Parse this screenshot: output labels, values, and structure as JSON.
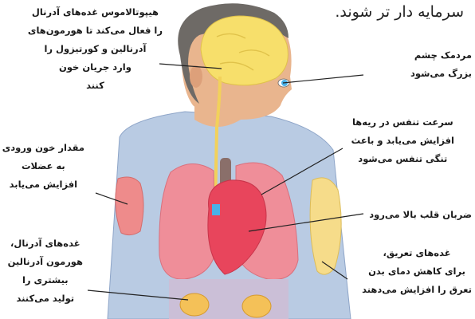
{
  "caption": "سرمایه دار تر شوند.",
  "labels": {
    "hypothalamus": [
      "هیپوتالاموس غده‌های آدرنال",
      "را فعال می‌کند تا هورمون‌های",
      "آدرنالین و کورتیزول را",
      "وارد جریان خون",
      "کنند"
    ],
    "pupil": [
      "مردمک چشم",
      "بزرگ می‌شود"
    ],
    "breathing": [
      "سرعت تنفس در ریه‌ها",
      "افزایش می‌یابد و باعث",
      "تنگی تنفس می‌شود"
    ],
    "muscle_blood": [
      "مقدار خون ورودی",
      "به عضلات",
      "افزایش می‌یابد"
    ],
    "heartbeat": [
      "ضربان قلب بالا می‌رود"
    ],
    "adrenal": [
      "غده‌های آدرنال،",
      "هورمون آدرنالین",
      "بیشتری را",
      "تولید می‌کنند"
    ],
    "sweat": [
      "غده‌های تعریق،",
      "برای کاهش دمای بدن",
      "تعرق را افزایش می‌دهند"
    ]
  },
  "colors": {
    "skin": "#e9b58e",
    "hair": "#6e6a66",
    "shirt": "#b9cbe3",
    "brain": "#f7df6b",
    "lung": "#ef8e99",
    "heart": "#e8455c",
    "adrenal": "#f4c158",
    "sweat_gland": "#f6dc8a",
    "muscle": "#ee8b8b",
    "pupil": "#49b1e8"
  }
}
